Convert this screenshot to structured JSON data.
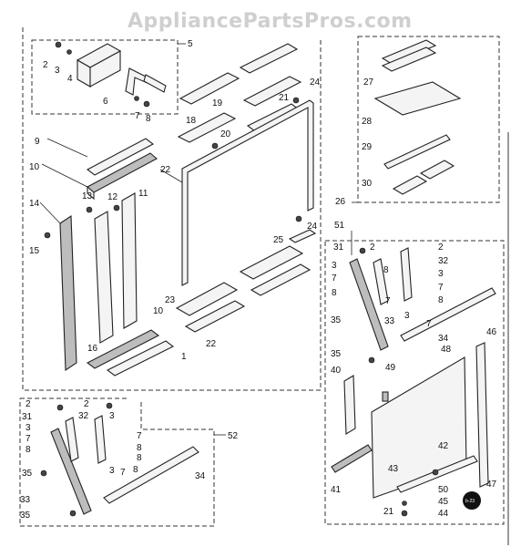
{
  "watermark": "AppliancePartsPros.com",
  "badge": "b-23",
  "callouts": {
    "n1": "1",
    "n2": "2",
    "n3": "3",
    "n4": "4",
    "n5": "5",
    "n6": "6",
    "n7": "7",
    "n8": "8",
    "n9": "9",
    "n10": "10",
    "n11": "11",
    "n12": "12",
    "n13": "13",
    "n14": "14",
    "n15": "15",
    "n16": "16",
    "n18": "18",
    "n19": "19",
    "n20": "20",
    "n21": "21",
    "n22": "22",
    "n23": "23",
    "n24": "24",
    "n25": "25",
    "n26": "26",
    "n27": "27",
    "n28": "28",
    "n29": "29",
    "n30": "30",
    "n31": "31",
    "n32": "32",
    "n33": "33",
    "n34": "34",
    "n35": "35",
    "n40": "40",
    "n41": "41",
    "n42": "42",
    "n43": "43",
    "n44": "44",
    "n45": "45",
    "n46": "46",
    "n47": "47",
    "n48": "48",
    "n49": "49",
    "n50": "50",
    "n51": "51",
    "n52": "52"
  }
}
